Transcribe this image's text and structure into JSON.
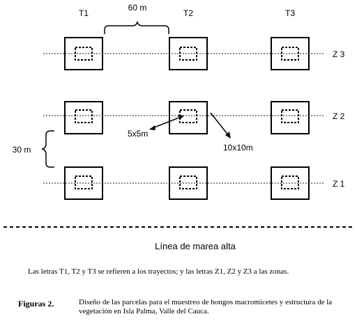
{
  "diagram": {
    "transects": [
      "T1",
      "T2",
      "T3"
    ],
    "zones": [
      "Z 3",
      "Z 2",
      "Z 1"
    ],
    "spacing_transects_label": "60 m",
    "spacing_zones_label": "30 m",
    "small_plot_label": "5x5m",
    "large_plot_label": "10x10m"
  },
  "high_tide_label": "Línea de marea alta",
  "note": "Las letras T1, T2 y T3 se refieren a los trayectos; y las letras Z1, Z2 y Z3 a las zonas.",
  "figure": {
    "label": "Figuras 2.",
    "caption": "Diseño de las parcelas para el muestreo de hongos macromicetes y estructura de la vegetación en Isla Palma, Valle del Cauca."
  }
}
